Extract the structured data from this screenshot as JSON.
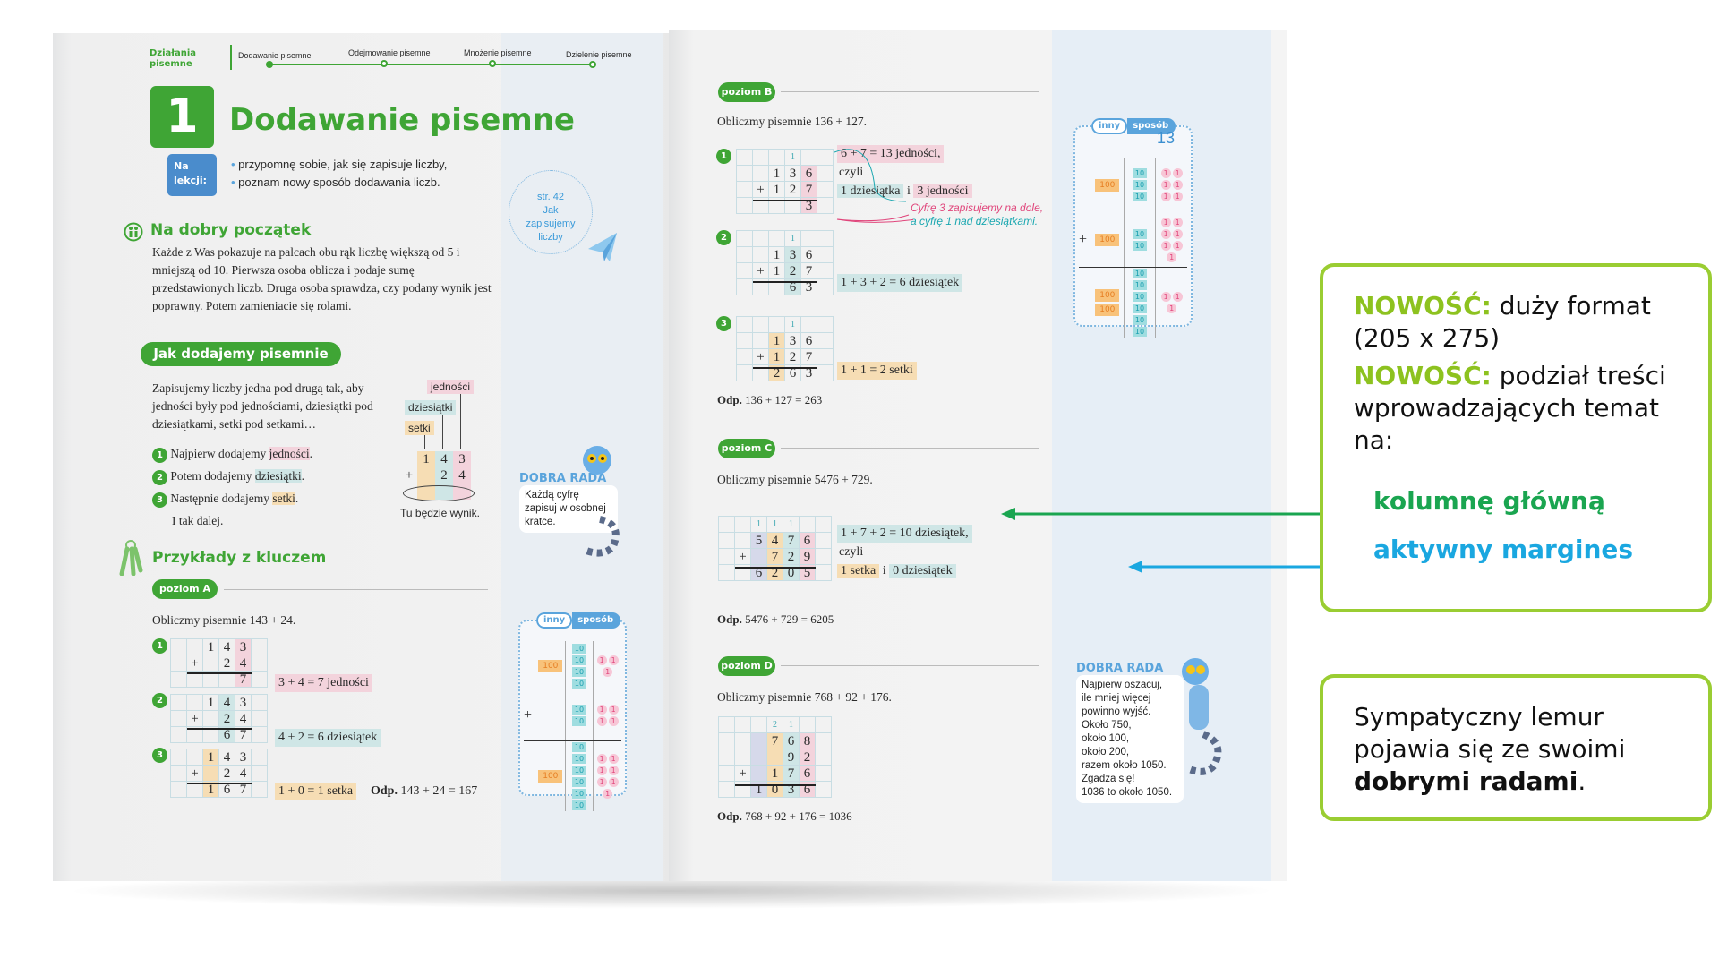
{
  "colors": {
    "green": "#3fa535",
    "blue": "#5aa4dc",
    "pink": "#f3d3dc",
    "teal": "#cfe6e6",
    "orange": "#f6ddb4",
    "purple": "#d6d9ea",
    "annotation_border": "#9acd32",
    "arrow_green": "#1aa550",
    "arrow_blue": "#1aa7e0"
  },
  "left": {
    "section": "Działania pisemne",
    "nav": [
      "Dodawanie pisemne",
      "Odejmowanie pisemne",
      "Mnożenie pisemne",
      "Dzielenie pisemne"
    ],
    "nav_active": 0,
    "lesson_number": "1",
    "title": "Dodawanie pisemne",
    "na_lekcji": "Na lekcji:",
    "goals": [
      "przypomnę sobie, jak się zapisuje liczby,",
      "poznam nowy sposób dodawania liczb."
    ],
    "ref": {
      "page": "str. 42",
      "text": "Jak zapisujemy liczby"
    },
    "start": {
      "heading": "Na dobry początek",
      "text": "Każde z Was pokazuje na palcach obu rąk liczbę większą od 5 i mniejszą od 10. Pierwsza osoba oblicza i podaje sumę przedstawionych liczb. Druga osoba sprawdza, czy podany wynik jest poprawny. Potem zamieniacie się rolami."
    },
    "how": {
      "heading": "Jak dodajemy pisemnie",
      "text": "Zapisujemy liczby jedna pod drugą tak, aby jedności były pod jednościami, dziesiątki pod dziesiątkami, setki pod setkami…",
      "steps": [
        {
          "n": "1",
          "pre": "Najpierw dodajemy ",
          "hl": "jedności",
          "post": "."
        },
        {
          "n": "2",
          "pre": "Potem dodajemy ",
          "hl": "dziesiątki",
          "post": "."
        },
        {
          "n": "3",
          "pre": "Następnie dodajemy ",
          "hl": "setki",
          "post": "."
        }
      ],
      "more": "I tak dalej.",
      "labels": {
        "ones": "jedności",
        "tens": "dziesiątki",
        "hundreds": "setki"
      },
      "result_note": "Tu będzie wynik.",
      "digits": {
        "top": [
          "1",
          "4",
          "3"
        ],
        "bottom": [
          "+",
          "2",
          "4"
        ]
      }
    },
    "rada": {
      "title": "DOBRA RADA",
      "text": "Każdą cyfrę zapisuj w osobnej kratce."
    },
    "examples": {
      "heading": "Przykłady z kluczem",
      "level": "poziom A",
      "task": "Obliczmy pisemnie 143 + 24.",
      "notes": [
        "3 + 4 = 7 jedności",
        "4 + 2 = 6 dziesiątek",
        "1 + 0 = 1 setka"
      ],
      "answer_label": "Odp.",
      "answer": "143 + 24 = 167"
    },
    "inny": {
      "a": "inny",
      "b": "sposób",
      "rows": [
        {
          "plus": "",
          "h": 1,
          "t": 4,
          "o": 3
        },
        {
          "plus": "+",
          "h": 0,
          "t": 2,
          "o": 4
        },
        {
          "plus": "",
          "h": 1,
          "t": 6,
          "o": 7
        }
      ]
    }
  },
  "grids": {
    "a1": {
      "cols": 6,
      "line": 1,
      "hl": {
        "4": "pink"
      },
      "rows": [
        [
          "",
          "",
          "1",
          "4",
          "3",
          ""
        ],
        [
          "",
          "+",
          "",
          "2",
          "4",
          ""
        ],
        [
          "",
          "",
          "",
          "",
          "7",
          ""
        ]
      ]
    },
    "a2": {
      "cols": 6,
      "line": 1,
      "hl": {
        "3": "blue"
      },
      "rows": [
        [
          "",
          "",
          "1",
          "4",
          "3",
          ""
        ],
        [
          "",
          "+",
          "",
          "2",
          "4",
          ""
        ],
        [
          "",
          "",
          "",
          "6",
          "7",
          ""
        ]
      ]
    },
    "a3": {
      "cols": 6,
      "line": 1,
      "hl": {
        "2": "orange"
      },
      "rows": [
        [
          "",
          "",
          "1",
          "4",
          "3",
          ""
        ],
        [
          "",
          "+",
          "",
          "2",
          "4",
          ""
        ],
        [
          "",
          "",
          "1",
          "6",
          "7",
          ""
        ]
      ]
    },
    "b1": {
      "cols": 6,
      "line": 2,
      "carry": true,
      "hl": {
        "4": "pink"
      },
      "rows": [
        [
          "",
          "",
          "",
          "1",
          "",
          ""
        ],
        [
          "",
          "",
          "1",
          "3",
          "6",
          ""
        ],
        [
          "",
          "+",
          "1",
          "2",
          "7",
          ""
        ],
        [
          "",
          "",
          "",
          "",
          "3",
          ""
        ]
      ]
    },
    "b2": {
      "cols": 6,
      "line": 2,
      "carry": true,
      "hl": {
        "3": "blue"
      },
      "rows": [
        [
          "",
          "",
          "",
          "1",
          "",
          ""
        ],
        [
          "",
          "",
          "1",
          "3",
          "6",
          ""
        ],
        [
          "",
          "+",
          "1",
          "2",
          "7",
          ""
        ],
        [
          "",
          "",
          "",
          "6",
          "3",
          ""
        ]
      ]
    },
    "b3": {
      "cols": 6,
      "line": 2,
      "carry": true,
      "hl": {
        "2": "orange"
      },
      "rows": [
        [
          "",
          "",
          "",
          "1",
          "",
          ""
        ],
        [
          "",
          "",
          "1",
          "3",
          "6",
          ""
        ],
        [
          "",
          "+",
          "1",
          "2",
          "7",
          ""
        ],
        [
          "",
          "",
          "2",
          "6",
          "3",
          ""
        ]
      ]
    },
    "c": {
      "cols": 7,
      "line": 2,
      "carry": true,
      "hl": {
        "2": "purple",
        "3": "orange",
        "4": "blue",
        "5": "pink"
      },
      "rows": [
        [
          "",
          "",
          "1",
          "1",
          "1",
          "",
          ""
        ],
        [
          "",
          "",
          "5",
          "4",
          "7",
          "6",
          ""
        ],
        [
          "",
          "+",
          "",
          "7",
          "2",
          "9",
          ""
        ],
        [
          "",
          "",
          "6",
          "2",
          "0",
          "5",
          ""
        ]
      ]
    },
    "d": {
      "cols": 7,
      "line": 3,
      "carry": true,
      "hl": {
        "2": "purple",
        "3": "orange",
        "4": "blue",
        "5": "pink"
      },
      "rows": [
        [
          "",
          "",
          "",
          "2",
          "1",
          "",
          ""
        ],
        [
          "",
          "",
          "",
          "7",
          "6",
          "8",
          ""
        ],
        [
          "",
          "",
          "",
          "",
          "9",
          "2",
          ""
        ],
        [
          "",
          "+",
          "",
          "1",
          "7",
          "6",
          ""
        ],
        [
          "",
          "",
          "1",
          "0",
          "3",
          "6",
          ""
        ]
      ]
    }
  },
  "right": {
    "b": {
      "level": "poziom B",
      "task": "Obliczmy pisemnie 136 + 127.",
      "n1": "1",
      "n2": "2",
      "n3": "3",
      "s1": {
        "eq": "6 + 7 = 13 jedności,",
        "czyli": "czyli",
        "tens": "1 dziesiątka",
        "i": "i",
        "ones": "3 jedności",
        "note1": "Cyfrę 3 zapisujemy na dole,",
        "note2": "a cyfrę 1 nad dziesiątkami."
      },
      "s2": "1 + 3 + 2 = 6 dziesiątek",
      "s3": "1 + 1 = 2 setki",
      "answer_label": "Odp.",
      "answer": "136 + 127 = 263"
    },
    "inny": {
      "a": "inny",
      "b": "sposób",
      "carry": "13",
      "ten": "10",
      "rows": [
        {
          "plus": "",
          "h": 1,
          "t": 3,
          "o": 6
        },
        {
          "plus": "+",
          "h": 1,
          "t": 2,
          "o": 7
        },
        {
          "plus": "",
          "h": 2,
          "t": 6,
          "o": 3
        }
      ]
    },
    "c": {
      "level": "poziom C",
      "task": "Obliczmy pisemnie 5476 + 729.",
      "eq": "1 + 7 + 2 = 10 dziesiątek,",
      "czyli": "czyli",
      "hund": "1 setka",
      "i": "i",
      "tens": "0 dziesiątek",
      "answer_label": "Odp.",
      "answer": "5476 + 729 = 6205"
    },
    "d": {
      "level": "poziom D",
      "task": "Obliczmy pisemnie 768 + 92 + 176.",
      "answer_label": "Odp.",
      "answer": "768 + 92 + 176 = 1036"
    },
    "rada": {
      "title": "DOBRA RADA",
      "lines": [
        "Najpierw oszacuj,",
        "ile mniej więcej",
        "powinno wyjść.",
        "Około 750,",
        "około 100,",
        "około 200,",
        "razem około 1050.",
        "Zgadza się!",
        "1036 to około 1050."
      ]
    }
  },
  "annotations": {
    "box1": {
      "new1": "NOWOŚĆ:",
      "text1": " duży format (205 x 275)",
      "new2": "NOWOŚĆ:",
      "text2": " podział treści wprowadzających temat na:",
      "main": "kolumnę główną",
      "margin": "aktywny margines"
    },
    "box2": {
      "text": "Sympatyczny lemur pojawia się ze swoimi ",
      "bold": "dobrymi radami",
      "end": "."
    }
  }
}
